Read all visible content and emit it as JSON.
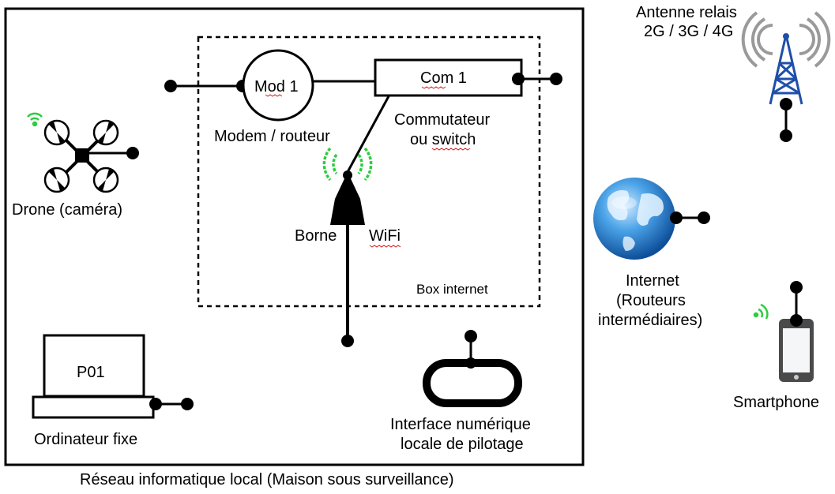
{
  "diagram": {
    "caption": "Réseau informatique local (Maison sous surveillance)",
    "box_label": "Box internet",
    "modem": {
      "tag": "Mod 1",
      "label": "Modem / routeur"
    },
    "switch": {
      "tag": "Com 1",
      "label_line1": "Commutateur",
      "label_line2": "ou switch"
    },
    "wifi": {
      "label_left": "Borne",
      "label_right": "WiFi"
    },
    "drone": {
      "label": "Drone (caméra)"
    },
    "computer": {
      "screen_label": "P01",
      "label": "Ordinateur fixe"
    },
    "interface": {
      "label_line1": "Interface numérique",
      "label_line2": "locale de pilotage"
    },
    "antenna": {
      "label_line1": "Antenne relais",
      "label_line2": "2G / 3G / 4G"
    },
    "internet": {
      "label_line1": "Internet",
      "label_line2": "(Routeurs",
      "label_line3": "intermédiaires)"
    },
    "smartphone": {
      "label": "Smartphone"
    },
    "colors": {
      "line": "#000000",
      "wifi_signal": "#2ecc40",
      "globe": "#2a7fd4",
      "antenna": "#1f4fa8",
      "spellcheck": "#d42020"
    }
  }
}
